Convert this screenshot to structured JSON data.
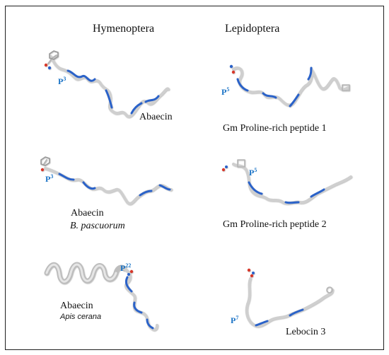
{
  "columns": {
    "left": "Hymenoptera",
    "right": "Lepidoptera"
  },
  "panels": [
    {
      "name": "Abaecin",
      "subtitle": "",
      "p_base": "P",
      "p_sup": "3"
    },
    {
      "name": "Abaecin",
      "subtitle": "B. pascuorum",
      "p_base": "P",
      "p_sup": "3"
    },
    {
      "name": "Abaecin",
      "subtitle": "Apis cerana",
      "p_base": "P",
      "p_sup": "22"
    },
    {
      "name": "Gm Proline-rich peptide 1",
      "subtitle": "",
      "p_base": "P",
      "p_sup": "5"
    },
    {
      "name": "Gm Proline-rich peptide 2",
      "subtitle": "",
      "p_base": "P",
      "p_sup": "5"
    },
    {
      "name": "Lebocin 3",
      "subtitle": "",
      "p_base": "P",
      "p_sup": "7"
    }
  ],
  "colors": {
    "ribbon_grey": "#c8c8c8",
    "ribbon_blue": "#2a62c9",
    "label_blue": "#1a73c6",
    "frame": "#1f1f1f"
  }
}
